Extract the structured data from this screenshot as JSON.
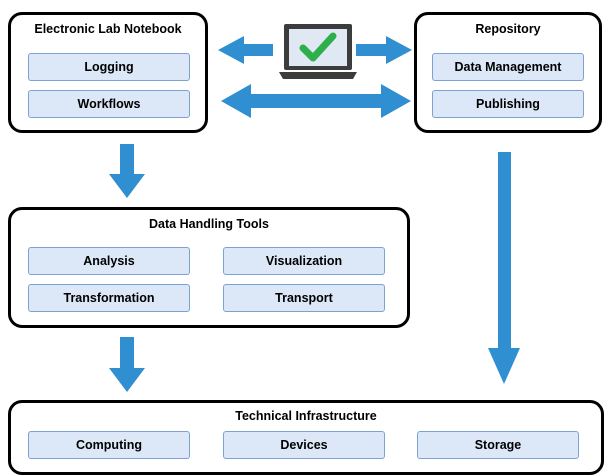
{
  "panels": {
    "eln": {
      "title": "Electronic Lab Notebook",
      "items": [
        "Logging",
        "Workflows"
      ]
    },
    "repository": {
      "title": "Repository",
      "items": [
        "Data Management",
        "Publishing"
      ]
    },
    "data_handling": {
      "title": "Data Handling Tools",
      "items": [
        "Analysis",
        "Visualization",
        "Transformation",
        "Transport"
      ]
    },
    "infrastructure": {
      "title": "Technical Infrastructure",
      "items": [
        "Computing",
        "Devices",
        "Storage"
      ]
    }
  },
  "colors": {
    "arrow": "#2f8fd0",
    "pill_fill": "#dce8f8",
    "pill_border": "#7ea2d0",
    "check": "#2db04b",
    "laptop": "#3c3c3c"
  },
  "icons": {
    "center": "laptop-check-icon"
  }
}
